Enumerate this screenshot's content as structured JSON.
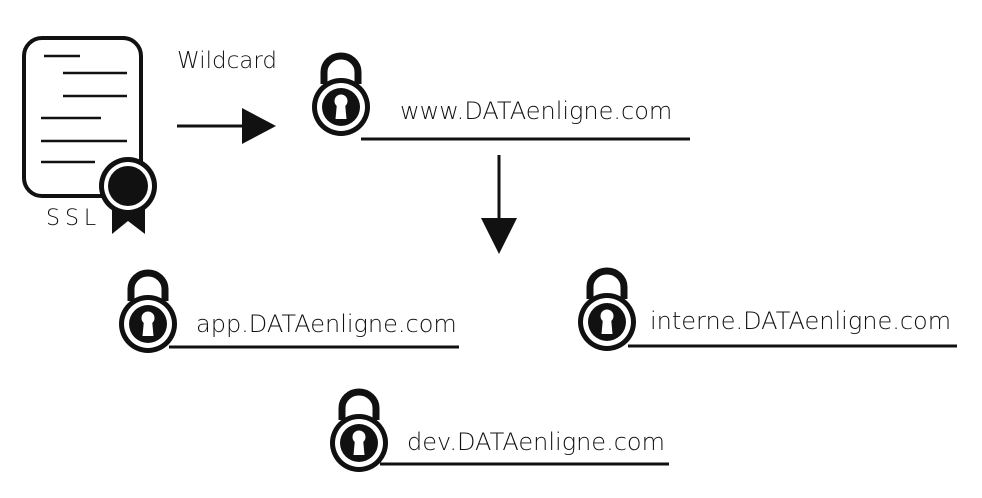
{
  "certificate": {
    "label": "SSL",
    "type_label": "Wildcard"
  },
  "domains": {
    "main": "www.DATAenligne.com",
    "app": "app.DATAenligne.com",
    "interne": "interne.DATAenligne.com",
    "dev": "dev.DATAenligne.com"
  },
  "colors": {
    "ink": "#111111",
    "background": "#ffffff"
  },
  "icons": [
    "certificate-icon",
    "padlock-icon",
    "arrow-right-icon",
    "arrow-down-icon"
  ]
}
